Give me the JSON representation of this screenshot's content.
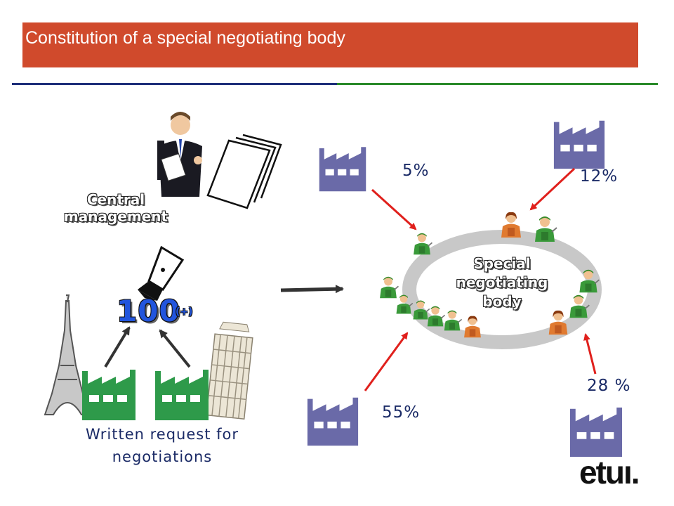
{
  "title": "Constitution of a special negotiating body",
  "central_management": "Central management",
  "threshold_value": "100",
  "threshold_suffix": "(+)",
  "written_request": "Written request for negotiations",
  "special_negotiating_body": "Special negotiating body",
  "shares": [
    "5%",
    "12%",
    "28 %",
    "55%"
  ],
  "logo": "etuı.",
  "colors": {
    "title_bar": "#d04a2c",
    "rule_left": "#1f2f7a",
    "rule_right": "#2a8a2a",
    "factory_purple": "#6a6aa8",
    "factory_green": "#2e9a4a",
    "arrow_red": "#e0201c",
    "arrow_dark": "#333333",
    "threshold_blue": "#2255dd"
  },
  "icons": [
    "businessman-icon",
    "documents-icon",
    "fountain-pen-icon",
    "eiffel-tower-icon",
    "leaning-tower-icon",
    "factory-icon",
    "worker-icon"
  ]
}
